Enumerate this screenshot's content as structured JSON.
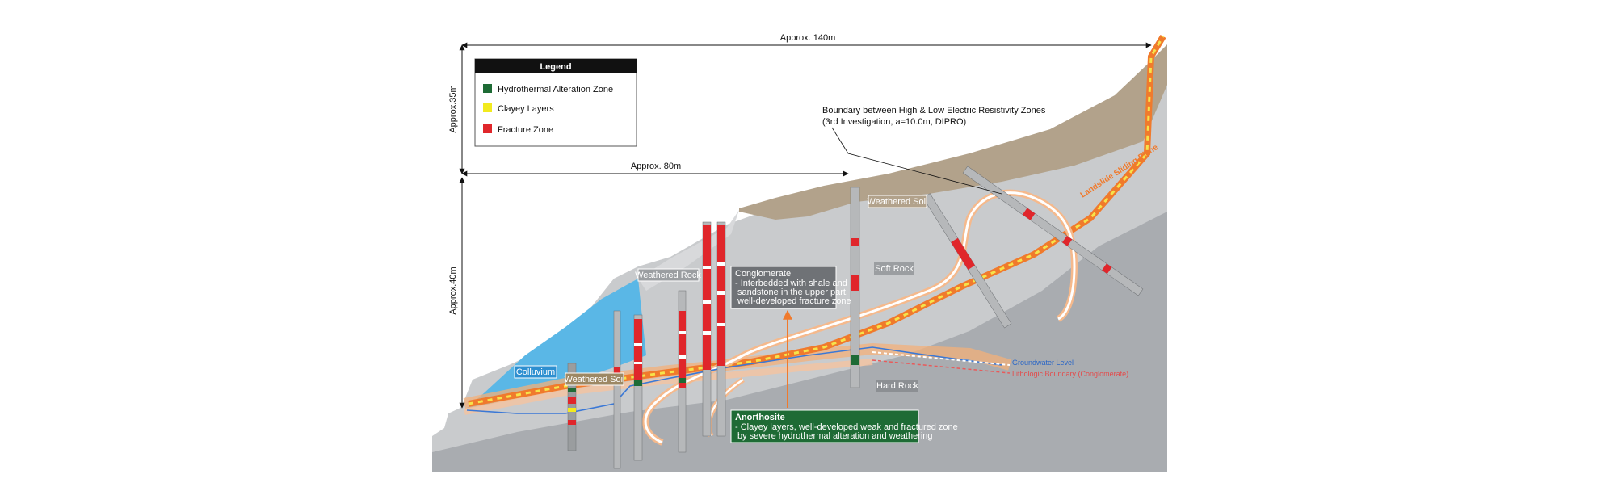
{
  "legend": {
    "title": "Legend",
    "items": [
      {
        "label": "Hydrothermal Alteration Zone",
        "color": "#1e6b35"
      },
      {
        "label": "Clayey Layers",
        "color": "#f2ea1e"
      },
      {
        "label": "Fracture Zone",
        "color": "#e0262b"
      }
    ]
  },
  "dimensions": {
    "top_width": "Approx. 140m",
    "mid_width": "Approx. 80m",
    "upper_height": "Approx.35m",
    "lower_height": "Approx.40m"
  },
  "annotations": {
    "boundary_line1": "Boundary between High & Low Electric Resistivity Zones",
    "boundary_line2": "(3rd Investigation, a=10.0m, DIPRO)",
    "sliding_plane": "Landslide Sliding Plane",
    "groundwater": "Groundwater Level",
    "lithology_boundary": "Lithologic Boundary (Conglomerate)"
  },
  "labels": {
    "weathered_soil_upper": "Weathered Soil",
    "weathered_rock": "Weathered Rock",
    "soft_rock": "Soft Rock",
    "hard_rock": "Hard Rock",
    "colluvium": "Colluvium",
    "weathered_soil_lower": "Weathered Soil"
  },
  "conglomerate": {
    "title": "Conglomerate",
    "line1": "- Interbedded with shale and",
    "line2": "sandstone in the upper part,",
    "line3": "well-developed fracture zone"
  },
  "anorthosite": {
    "title": "Anorthosite",
    "line1": "- Clayey layers, well-developed weak and fractured zone",
    "line2": "by severe hydrothermal alteration and weathering"
  },
  "colors": {
    "hard_rock": "#a9acb0",
    "soft_rock": "#c9cbcd",
    "weathered_soil": "#b2a28b",
    "colluvium": "#5ab7e6",
    "sliding_plane": "#f07a2c",
    "groundwater": "#3a78d6",
    "lithology_boundary": "#e95a5a"
  }
}
